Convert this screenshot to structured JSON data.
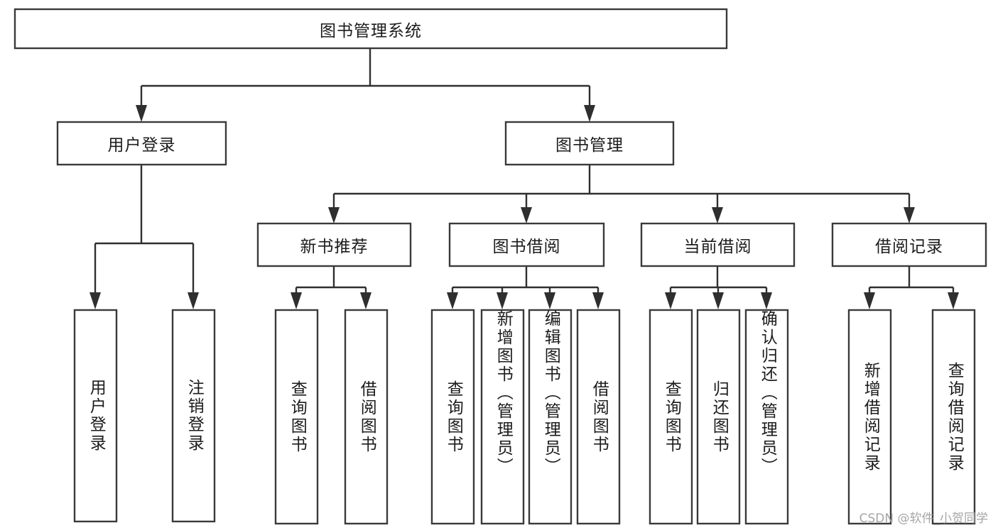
{
  "diagram": {
    "title": "图书管理系统",
    "type": "tree",
    "orientation": "top-down",
    "colors": {
      "box_fill": "#ffffff",
      "box_stroke": "#3a3a3a",
      "connector": "#2f2f2f",
      "label": "#1c1c1c",
      "watermark": "#a6a6a6",
      "background": "#ffffff"
    },
    "root": {
      "label": "图书管理系统"
    },
    "level2": [
      {
        "label": "用户登录"
      },
      {
        "label": "图书管理"
      }
    ],
    "level3": [
      {
        "label": "新书推荐"
      },
      {
        "label": "图书借阅"
      },
      {
        "label": "当前借阅"
      },
      {
        "label": "借阅记录"
      }
    ],
    "leaves": {
      "用户登录": [
        {
          "label": "用户登录"
        },
        {
          "label": "注销登录"
        }
      ],
      "新书推荐": [
        {
          "label": "查询图书"
        },
        {
          "label": "借阅图书"
        }
      ],
      "图书借阅": [
        {
          "label": "查询图书"
        },
        {
          "label": "新增图书（管理员）"
        },
        {
          "label": "编辑图书（管理员）"
        },
        {
          "label": "借阅图书"
        }
      ],
      "当前借阅": [
        {
          "label": "查询图书"
        },
        {
          "label": "归还图书"
        },
        {
          "label": "确认归还（管理员）"
        }
      ],
      "借阅记录": [
        {
          "label": "新增借阅记录"
        },
        {
          "label": "查询借阅记录"
        }
      ]
    }
  },
  "nodes": {
    "root": "图书管理系统",
    "user_login": "用户登录",
    "book_manage": "图书管理",
    "new_book_rec": "新书推荐",
    "book_borrow": "图书借阅",
    "current_borrow": "当前借阅",
    "borrow_record": "借阅记录",
    "leaf_user_login": "用户登录",
    "leaf_logout": "注销登录",
    "leaf_query_book_1": "查询图书",
    "leaf_borrow_book_1": "借阅图书",
    "leaf_query_book_2": "查询图书",
    "leaf_add_book": "新增图书（管理员）",
    "leaf_edit_book": "编辑图书（管理员）",
    "leaf_borrow_book_2": "借阅图书",
    "leaf_query_book_3": "查询图书",
    "leaf_return_book": "归还图书",
    "leaf_confirm_return": "确认归还（管理员）",
    "leaf_add_record": "新增借阅记录",
    "leaf_query_record": "查询借阅记录"
  },
  "watermark": {
    "text": "CSDN @软件_小贺同学"
  }
}
